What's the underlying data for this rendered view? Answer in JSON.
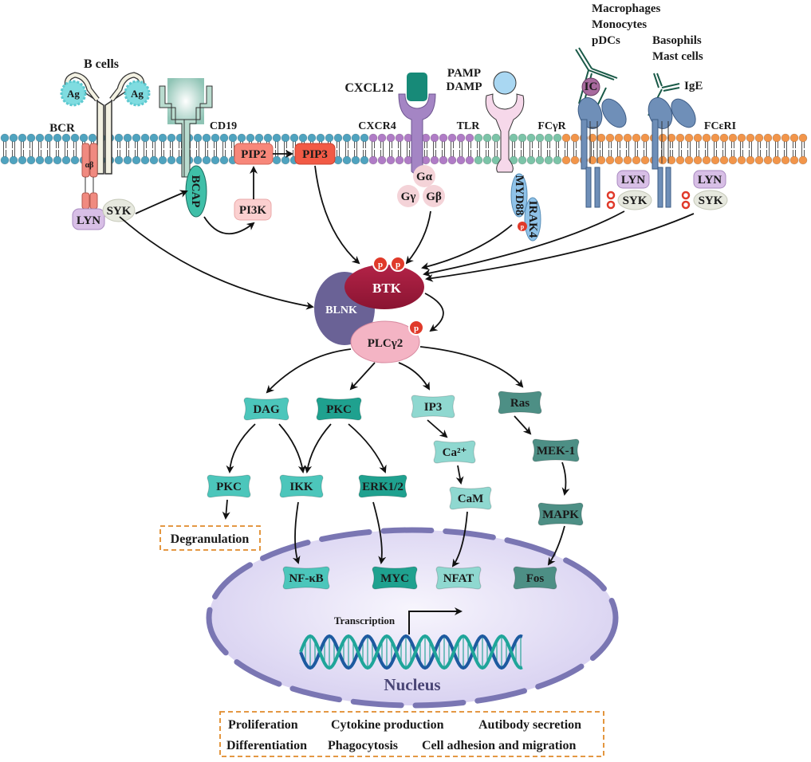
{
  "diagram": {
    "title": "BTK signaling pathway across immune cell types",
    "cell_types": {
      "b_cells": "B cells",
      "macrophages": [
        "Macrophages",
        "Monocytes",
        "pDCs"
      ],
      "basophils": [
        "Basophils",
        "Mast cells"
      ]
    },
    "receptors": {
      "bcr": "BCR",
      "cd19": "CD19",
      "cxcr4": "CXCR4",
      "tlr": "TLR",
      "fcgr": "FCγR",
      "fceri": "FCεRI"
    },
    "ligands": {
      "ag": "Ag",
      "cxcl12": "CXCL12",
      "pamp": [
        "PAMP",
        "DAMP"
      ],
      "ic": "IC",
      "ige": "IgE"
    },
    "membrane_nodes": {
      "alpha_beta": "αβ",
      "lyn": "LYN",
      "syk": "SYK",
      "bcap": "BCAP",
      "pip2": "PIP2",
      "pip3": "PIP3",
      "pi3k": "PI3K",
      "galpha": "Gα",
      "ggamma": "Gγ",
      "gbeta": "Gβ",
      "myd88": "MYD88",
      "irak4": "IRAK4"
    },
    "core": {
      "btk": "BTK",
      "blnk": "BLNK",
      "plcg2": "PLCγ2",
      "phospho": "p"
    },
    "cascade": {
      "dag": "DAG",
      "pkc_top": "PKC",
      "ip3": "IP3",
      "ras": "Ras",
      "pkc_low": "PKC",
      "ikk": "IKK",
      "erk": "ERK1/2",
      "ca": "Ca²⁺",
      "cam": "CaM",
      "mek": "MEK-1",
      "mapk": "MAPK",
      "degranulation": "Degranulation"
    },
    "nucleus": {
      "label": "Nucleus",
      "transcription": "Transcription",
      "factors": [
        "NF-κB",
        "MYC",
        "NFAT",
        "Fos"
      ]
    },
    "outcomes": {
      "row1": [
        "Proliferation",
        "Cytokine production",
        "Autibody secretion"
      ],
      "row2": [
        "Differentiation",
        "Phagocytosis",
        "Cell adhesion and migration"
      ]
    },
    "colors": {
      "membrane_blue": "#4fa3bf",
      "membrane_purple": "#b07cc6",
      "membrane_green": "#7cc4a8",
      "membrane_orange": "#f2954a",
      "btk": "#9c1a3a",
      "blnk": "#6a6296",
      "plcg2": "#f0a6b8",
      "phospho": "#e03a2a",
      "teal_light": "#8fd8d0",
      "teal_mid": "#4cc6bb",
      "teal_dark": "#1fa18f",
      "teal_slate": "#4d8f85",
      "pip": "#f47a6a",
      "nucleus_fill": "#e3def6",
      "nucleus_border": "#7a76b3",
      "dashed_box": "#e08a2a"
    }
  }
}
